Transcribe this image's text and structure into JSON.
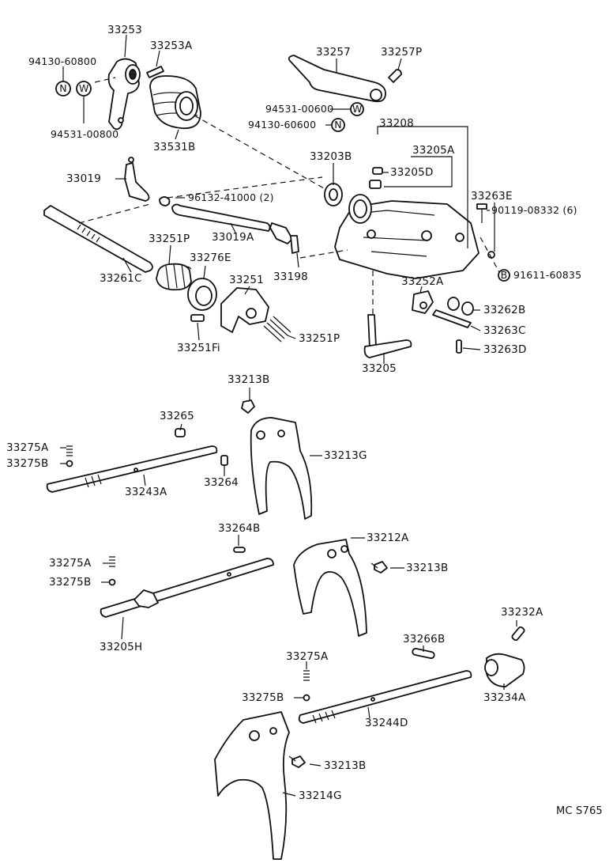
{
  "figure_id": "MC S765",
  "labels": {
    "p33253": "33253",
    "p33253A": "33253A",
    "n94130_60800": "94130-60800",
    "n94531_00800": "94531-00800",
    "p33531B": "33531B",
    "p33257": "33257",
    "p33257P": "33257P",
    "n94531_00600": "94531-00600",
    "n94130_60600": "94130-60600",
    "p33208": "33208",
    "p33203B": "33203B",
    "p33205A": "33205A",
    "p33205D": "33205D",
    "p33263E": "33263E",
    "n90119_08332": "90119-08332 (6)",
    "n91611_60835": "91611-60835",
    "p33019": "33019",
    "n96132_41000": "96132-41000 (2)",
    "p33019A": "33019A",
    "p33261C": "33261C",
    "p33251P_top": "33251P",
    "p33276E": "33276E",
    "p33251": "33251",
    "p33198": "33198",
    "p33252A": "33252A",
    "p33262B": "33262B",
    "p33263C": "33263C",
    "p33263D": "33263D",
    "p33251Fi": "33251Fi",
    "p33251P_bot": "33251P",
    "p33205": "33205",
    "p33213B_1": "33213B",
    "p33265": "33265",
    "p33275A_1": "33275A",
    "p33275B_1": "33275B",
    "p33243A": "33243A",
    "p33264": "33264",
    "p33213G": "33213G",
    "p33264B": "33264B",
    "p33212A": "33212A",
    "p33275A_2": "33275A",
    "p33275B_2": "33275B",
    "p33213B_2": "33213B",
    "p33205H": "33205H",
    "p33232A": "33232A",
    "p33266B": "33266B",
    "p33275A_3": "33275A",
    "p33275B_3": "33275B",
    "p33234A": "33234A",
    "p33244D": "33244D",
    "p33213B_3": "33213B",
    "p33214G": "33214G"
  },
  "symbols": {
    "nut": "N",
    "washer": "W",
    "bolt_mark": "B"
  }
}
